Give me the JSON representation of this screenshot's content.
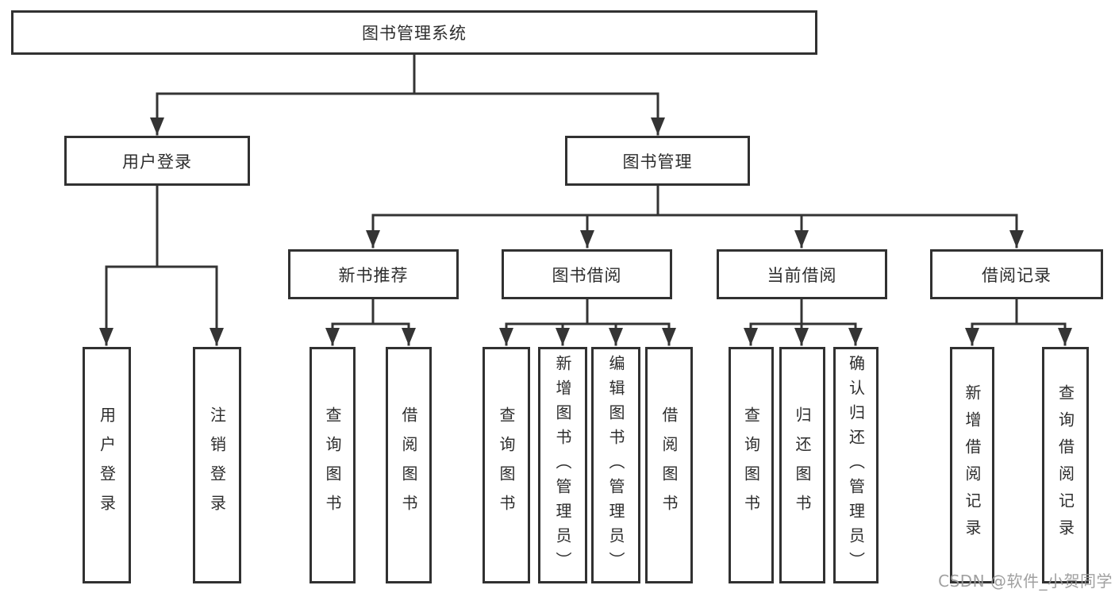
{
  "nodes": {
    "root": {
      "label": "图书管理系统"
    },
    "level2": [
      {
        "label": "用户登录"
      },
      {
        "label": "图书管理"
      }
    ],
    "level3": [
      {
        "label": "新书推荐"
      },
      {
        "label": "图书借阅"
      },
      {
        "label": "当前借阅"
      },
      {
        "label": "借阅记录"
      }
    ],
    "leaves": {
      "user_login": [
        "用户登录",
        "注销登录"
      ],
      "new_book_recommend": [
        "查询图书",
        "借阅图书"
      ],
      "book_borrow": [
        "查询图书",
        "新增图书（管理员）",
        "编辑图书（管理员）",
        "借阅图书"
      ],
      "current_borrow": [
        "查询图书",
        "归还图书",
        "确认归还（管理员）"
      ],
      "borrow_records": [
        "新增借阅记录",
        "查询借阅记录"
      ]
    }
  },
  "watermark": {
    "text": "CSDN @软件_小贺同学"
  },
  "colors": {
    "line": "#343434",
    "box_border": "#313131",
    "text": "#2d2d2d",
    "watermark": "#989898",
    "background": "#ffffff"
  }
}
